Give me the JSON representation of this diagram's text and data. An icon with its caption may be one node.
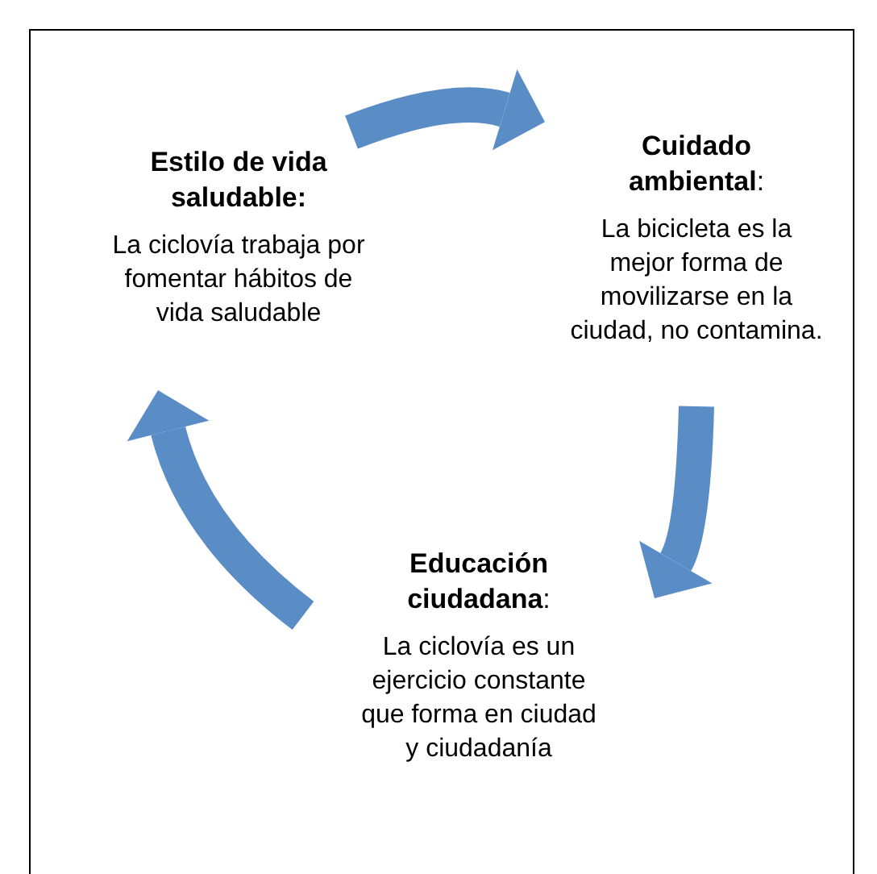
{
  "diagram": {
    "nodes": [
      {
        "text": [
          "Estilo de vida saludable:",
          "La ciclovía trabaja por fomentar hábitos de vida saludable"
        ]
      },
      {
        "text": [
          "**Cuidado ambiental**:",
          "La bicicleta es la mejor forma de movilizarse en la ciudad, no contamina."
        ]
      },
      {
        "text": [
          "**Educación ciudadana**:",
          "La ciclovía es un ejercicio constante que forma  en ciudad y ciudadanía"
        ]
      }
    ],
    "edges": [
      {
        "from": 0,
        "to": 1,
        "arrow": "to"
      },
      {
        "from": 1,
        "to": 2,
        "arrow": "to"
      },
      {
        "from": 2,
        "to": 0,
        "arrow": "to"
      }
    ]
  }
}
